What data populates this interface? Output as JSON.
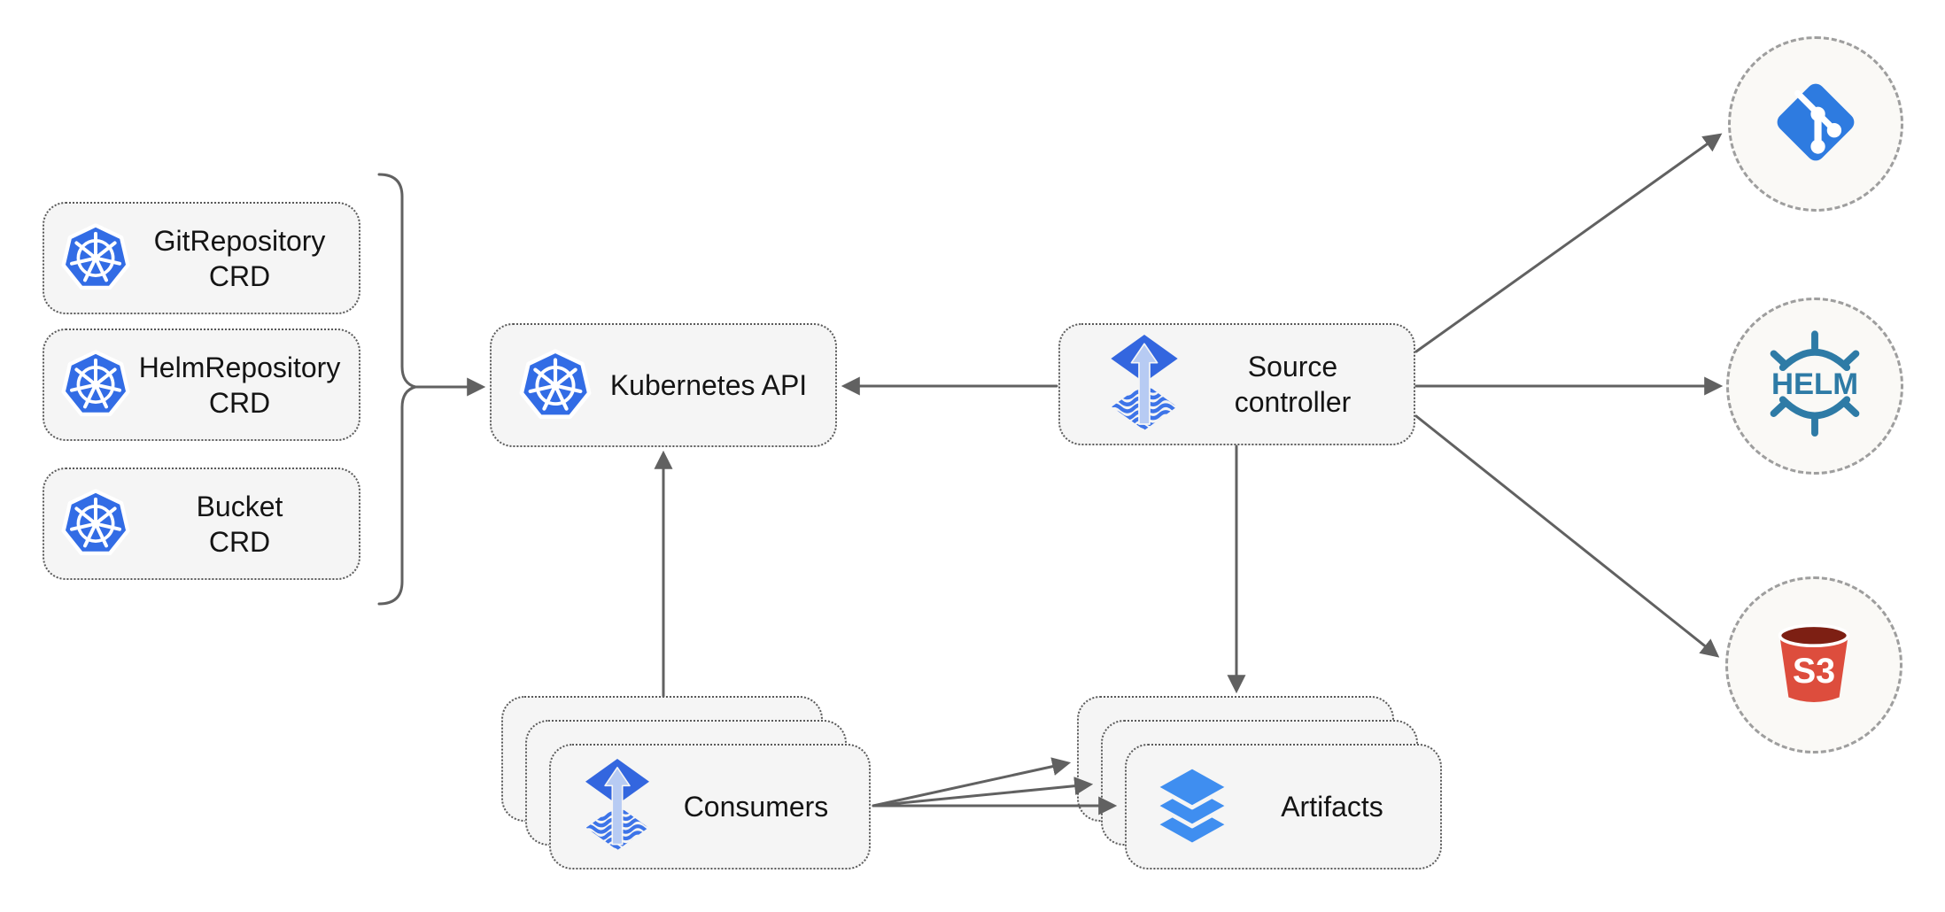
{
  "diagram": {
    "nodes": [
      {
        "id": "gitrepository-crd",
        "icon": "kubernetes-icon",
        "lines": [
          "GitRepository",
          "CRD"
        ]
      },
      {
        "id": "helmrepository-crd",
        "icon": "kubernetes-icon",
        "lines": [
          "HelmRepository",
          "CRD"
        ]
      },
      {
        "id": "bucket-crd",
        "icon": "kubernetes-icon",
        "lines": [
          "Bucket",
          "CRD"
        ]
      },
      {
        "id": "kubernetes-api",
        "icon": "kubernetes-icon",
        "lines": [
          "Kubernetes API"
        ]
      },
      {
        "id": "source-controller",
        "icon": "flux-icon",
        "lines": [
          "Source",
          "controller"
        ]
      },
      {
        "id": "consumers",
        "icon": "flux-icon",
        "lines": [
          "Consumers"
        ],
        "stacked": 3
      },
      {
        "id": "artifacts",
        "icon": "layers-icon",
        "lines": [
          "Artifacts"
        ],
        "stacked": 3
      }
    ],
    "external_sources": [
      {
        "id": "git-repository",
        "icon": "git-icon",
        "logo_text": ""
      },
      {
        "id": "helm-repository",
        "icon": "helm-icon",
        "logo_text": "HELM"
      },
      {
        "id": "s3-bucket",
        "icon": "s3-icon",
        "logo_text": "S3"
      }
    ],
    "brace_group": {
      "members": [
        "gitrepository-crd",
        "helmrepository-crd",
        "bucket-crd"
      ],
      "points_to": "kubernetes-api"
    },
    "edges": [
      {
        "from": "crd-brace-group",
        "to": "kubernetes-api"
      },
      {
        "from": "source-controller",
        "to": "kubernetes-api"
      },
      {
        "from": "source-controller",
        "to": "git-repository"
      },
      {
        "from": "source-controller",
        "to": "helm-repository"
      },
      {
        "from": "source-controller",
        "to": "s3-bucket"
      },
      {
        "from": "source-controller",
        "to": "artifacts"
      },
      {
        "from": "consumers",
        "to": "kubernetes-api"
      },
      {
        "from": "consumers",
        "to": "artifacts-back"
      },
      {
        "from": "consumers",
        "to": "artifacts-middle"
      },
      {
        "from": "consumers",
        "to": "artifacts-front"
      }
    ],
    "colors": {
      "background": "#ffffff",
      "box_fill": "#f5f5f5",
      "box_border": "#5a5a5a",
      "circle_fill": "#faf9f6",
      "circle_border": "#9e9e9e",
      "connector": "#616161",
      "text": "#141414",
      "kubernetes_blue": "#326ce5",
      "flux_diamond_blue": "#3366df",
      "flux_wave_blue": "#3d74e8",
      "flux_arrow_light_blue": "#b7cbf3",
      "git_blue": "#2e7be0",
      "helm_teal": "#2e7ba6",
      "s3_red": "#dd4d3d",
      "s3_dark_red": "#7d1f13",
      "layers_blue": "#3f8ef0"
    }
  }
}
